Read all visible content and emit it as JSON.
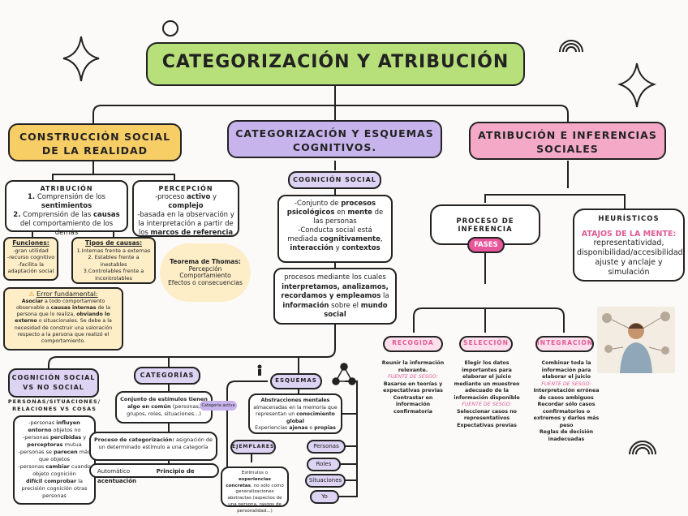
{
  "title": "CATEGORIZACIÓN Y ATRIBUCIÓN",
  "branches": {
    "left": "CONSTRUCCIÓN SOCIAL DE LA REALIDAD",
    "middle": "CATEGORIZACIÓN Y ESQUEMAS COGNITIVOS.",
    "right": "ATRIBUCIÓN E INFERENCIAS SOCIALES"
  },
  "atribucion": {
    "title": "ATRIBUCIÓN",
    "l1_num": "1.",
    "l1_text": " Comprensión de los ",
    "l1_bold": "sentimientos",
    "l2_num": "2.",
    "l2_text": " Comprensión de las ",
    "l2_bold": "causas",
    "l2_tail": " del comportamiento de los demás"
  },
  "percepcion": {
    "title": "PERCEPCIÓN",
    "l1a": "-proceso ",
    "l1b": "activo",
    "l1c": " y ",
    "l1d": "complejo",
    "l2": "-basada en la observación y la interpretación a partir de los",
    "l3": "marcos de referencia"
  },
  "funciones": {
    "title": "Funciones:",
    "items": [
      "-gran utilidad",
      "-recurso cognitivo",
      "-facilita la",
      "adaptación social"
    ]
  },
  "tipos": {
    "title": "Tipos de causas:",
    "items": [
      "1.Internas frente a externas",
      "2. Estables frente a inestables",
      "3.Controlables frente a",
      "incontrolables"
    ]
  },
  "thomas": {
    "title": "Teorema de Thomas:",
    "items": [
      "Percepción",
      "Comportamiento",
      "Efectos o consecuencias"
    ]
  },
  "error": {
    "title": "Error fundamental:",
    "b1": "Asociar",
    "t1": " a todo comportamiento observable a ",
    "b2": "causas internas",
    "t2": " de la persona que lo realiza, ",
    "b3": "obviando lo externo",
    "t3": " o situacionales. Se debe a la necesidad de construir una valoración respecto a la persona que realizó el comportamiento."
  },
  "cognicion_social": {
    "title": "COGNICIÓN SOCIAL",
    "d1a": "-Conjunto de ",
    "d1b": "procesos psicológicos",
    "d1c": " en ",
    "d1d": "mente",
    "d1e": " de las personas",
    "d2a": "-Conducta social está mediada ",
    "d2b": "cognitivamente",
    "d2c": ", ",
    "d2d": "interacción",
    "d2e": " y ",
    "d2f": "contextos",
    "p1": "procesos mediante los cuales ",
    "p2": "interpretamos, analizamos, recordamos y empleamos",
    "p3": " la ",
    "p4": "información",
    "p5": " sobre el ",
    "p6": "mundo social"
  },
  "cognicion_vs": {
    "title": "COGNICIÓN SOCIAL VS NO SOCIAL",
    "subtitle": "PERSONAS/SITUACIONES/ RELACIONES VS COSAS",
    "lines": [
      [
        "-personas ",
        "influyen",
        ""
      ],
      [
        "",
        "entorno",
        " objetos no"
      ],
      [
        "-personas ",
        "percibidas",
        " y"
      ],
      [
        "",
        "perceptoras",
        " mutua"
      ],
      [
        "-personas se ",
        "parecen",
        " más"
      ],
      [
        "que objetos",
        "",
        ""
      ],
      [
        "-personas ",
        "cambiar",
        " cuando"
      ],
      [
        "objeto cognición",
        "",
        ""
      ],
      [
        "",
        "difícil comprobar",
        " la"
      ],
      [
        "precisión cognición otras",
        "",
        ""
      ],
      [
        "personas",
        "",
        ""
      ]
    ]
  },
  "categorias": {
    "title": "CATEGORÍAS",
    "desc_b": "Conjunto de estímulos tienen algo en común",
    "desc_t": " (personas, grupos, roles, situaciones...)",
    "tag": "Categoría activa",
    "proc_b": "Proceso de categorización:",
    "proc_t": " asignación de un determinado estímulo a una categoría",
    "auto": "Automático",
    "principio": "Principio de acentuación"
  },
  "esquemas": {
    "title": "ESQUEMAS",
    "t1": "Abstracciones mentales",
    "t2": " almacenadas en la memoria que representan un ",
    "t3": "conocimiento global",
    "t4": "Experiencias ",
    "t5": "ajenas",
    "t6": " o ",
    "t7": "propias",
    "ejemplares": "EJEMPLARES",
    "ej_t1": "Estímulos o ",
    "ej_b1": "experiencias concretas",
    "ej_t2": ", no sólo como generalizaciones abstractas (aspectos de una persona, rasgos de personalidad...)",
    "items": [
      "Personas",
      "Roles",
      "Situaciones",
      "Yo"
    ]
  },
  "proceso": {
    "title": "PROCESO DE INFERENCIA",
    "fases": "FASES"
  },
  "heuristicos": {
    "title": "HEURÍSTICOS",
    "sub": "ATAJOS DE LA MENTE:",
    "text": "representatividad, disponibilidad/accesibilidad, ajuste y anclaje y simulación"
  },
  "recogida": {
    "title": "RECOGIDA",
    "t1": "Reunir la información relevante.",
    "sesgo": "FUENTE DE SESGO:",
    "t2": "Basarse en teorías y expectativas previas",
    "t3": "Contrastar en información confirmatoria"
  },
  "seleccion": {
    "title": "SELECCIÓN",
    "t1": "Elegir los datos importantes para elaborar el juicio mediante un muestreo adecuado de la información disponible",
    "sesgo": "FUENTE DE SESGO:",
    "t2": "Seleccionar casos no representativos",
    "t3": "Expectativas previas"
  },
  "integracion": {
    "title": "INTEGRACIÓN",
    "t1": "Combinar toda la información para elaborar el juicio",
    "sesgo": "FUENTE DE SESGO:",
    "t2": "Interpretación errónea de casos ambiguos",
    "t3": "Recordar sólo casos confirmatorios o extremos y darles más peso",
    "t4": "Reglas de decisión inadecuadas"
  }
}
